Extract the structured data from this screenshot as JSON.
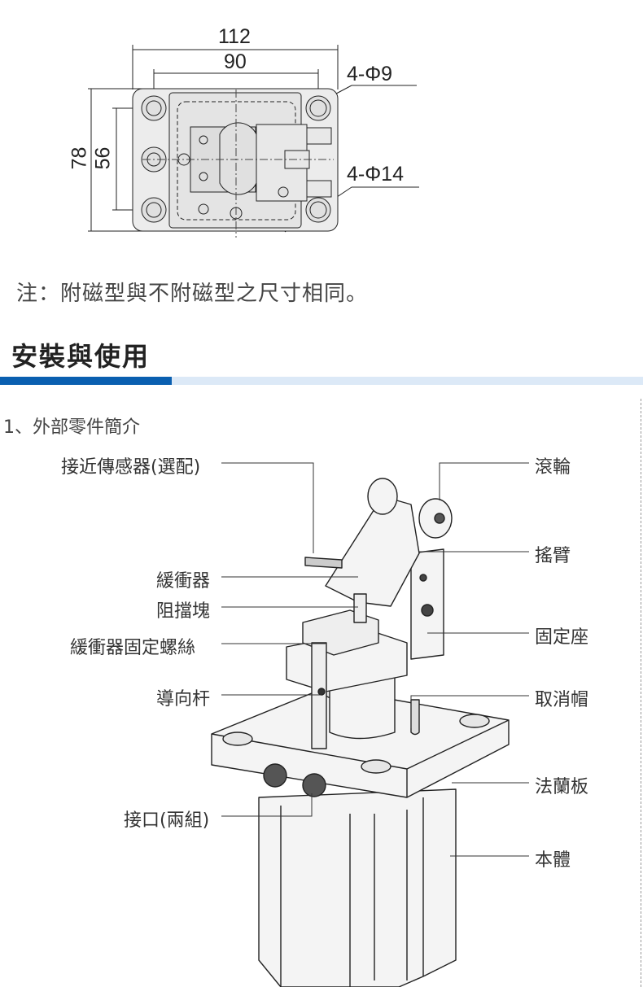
{
  "drawing": {
    "dims": {
      "overall_width": "112",
      "hole_pitch_x": "90",
      "overall_height": "78",
      "hole_pitch_y": "56",
      "hole_small": "4-Φ9",
      "hole_large": "4-Φ14"
    }
  },
  "note": "注：附磁型與不附磁型之尺寸相同。",
  "section": {
    "title": "安裝與使用",
    "accent_color": "#0a5fb0",
    "accent_light": "#dce9f7"
  },
  "subsection": "1、外部零件簡介",
  "parts": {
    "left": [
      "接近傳感器(選配)",
      "緩衝器",
      "阻擋塊",
      "緩衝器固定螺絲",
      "導向杆",
      "接口(兩組)"
    ],
    "right": [
      "滾輪",
      "搖臂",
      "固定座",
      "取消帽",
      "法蘭板",
      "本體"
    ]
  }
}
